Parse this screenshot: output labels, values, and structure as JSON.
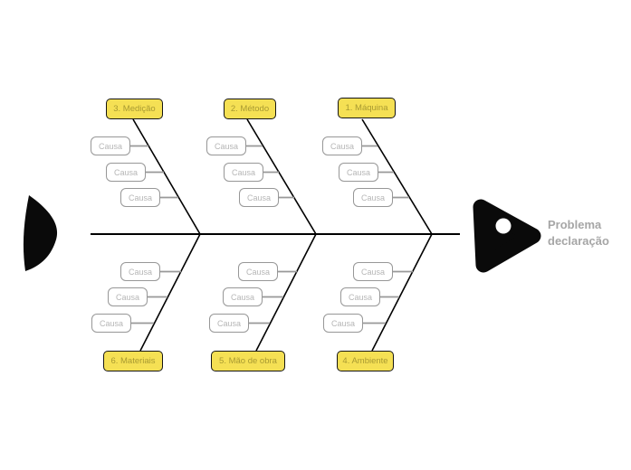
{
  "diagram": {
    "type": "fishbone-ishikawa",
    "cause_label": "Causa",
    "categories": {
      "top": [
        {
          "label": "3. Medição"
        },
        {
          "label": "2. Método"
        },
        {
          "label": "1. Máquina"
        }
      ],
      "bottom": [
        {
          "label": "6. Materiais"
        },
        {
          "label": "5. Mão de obra"
        },
        {
          "label": "4. Ambiente"
        }
      ]
    },
    "problem": {
      "line1": "Problema",
      "line2": "declaração"
    },
    "colors": {
      "category_fill": "#F5E054",
      "category_border": "#151515",
      "cause_border": "#979797",
      "cause_text": "#b3b3b3",
      "spine": "#000000",
      "connector": "#999999",
      "fish_body": "#0a0a0a",
      "problem_text": "#a6a6a6",
      "background": "#ffffff"
    }
  }
}
